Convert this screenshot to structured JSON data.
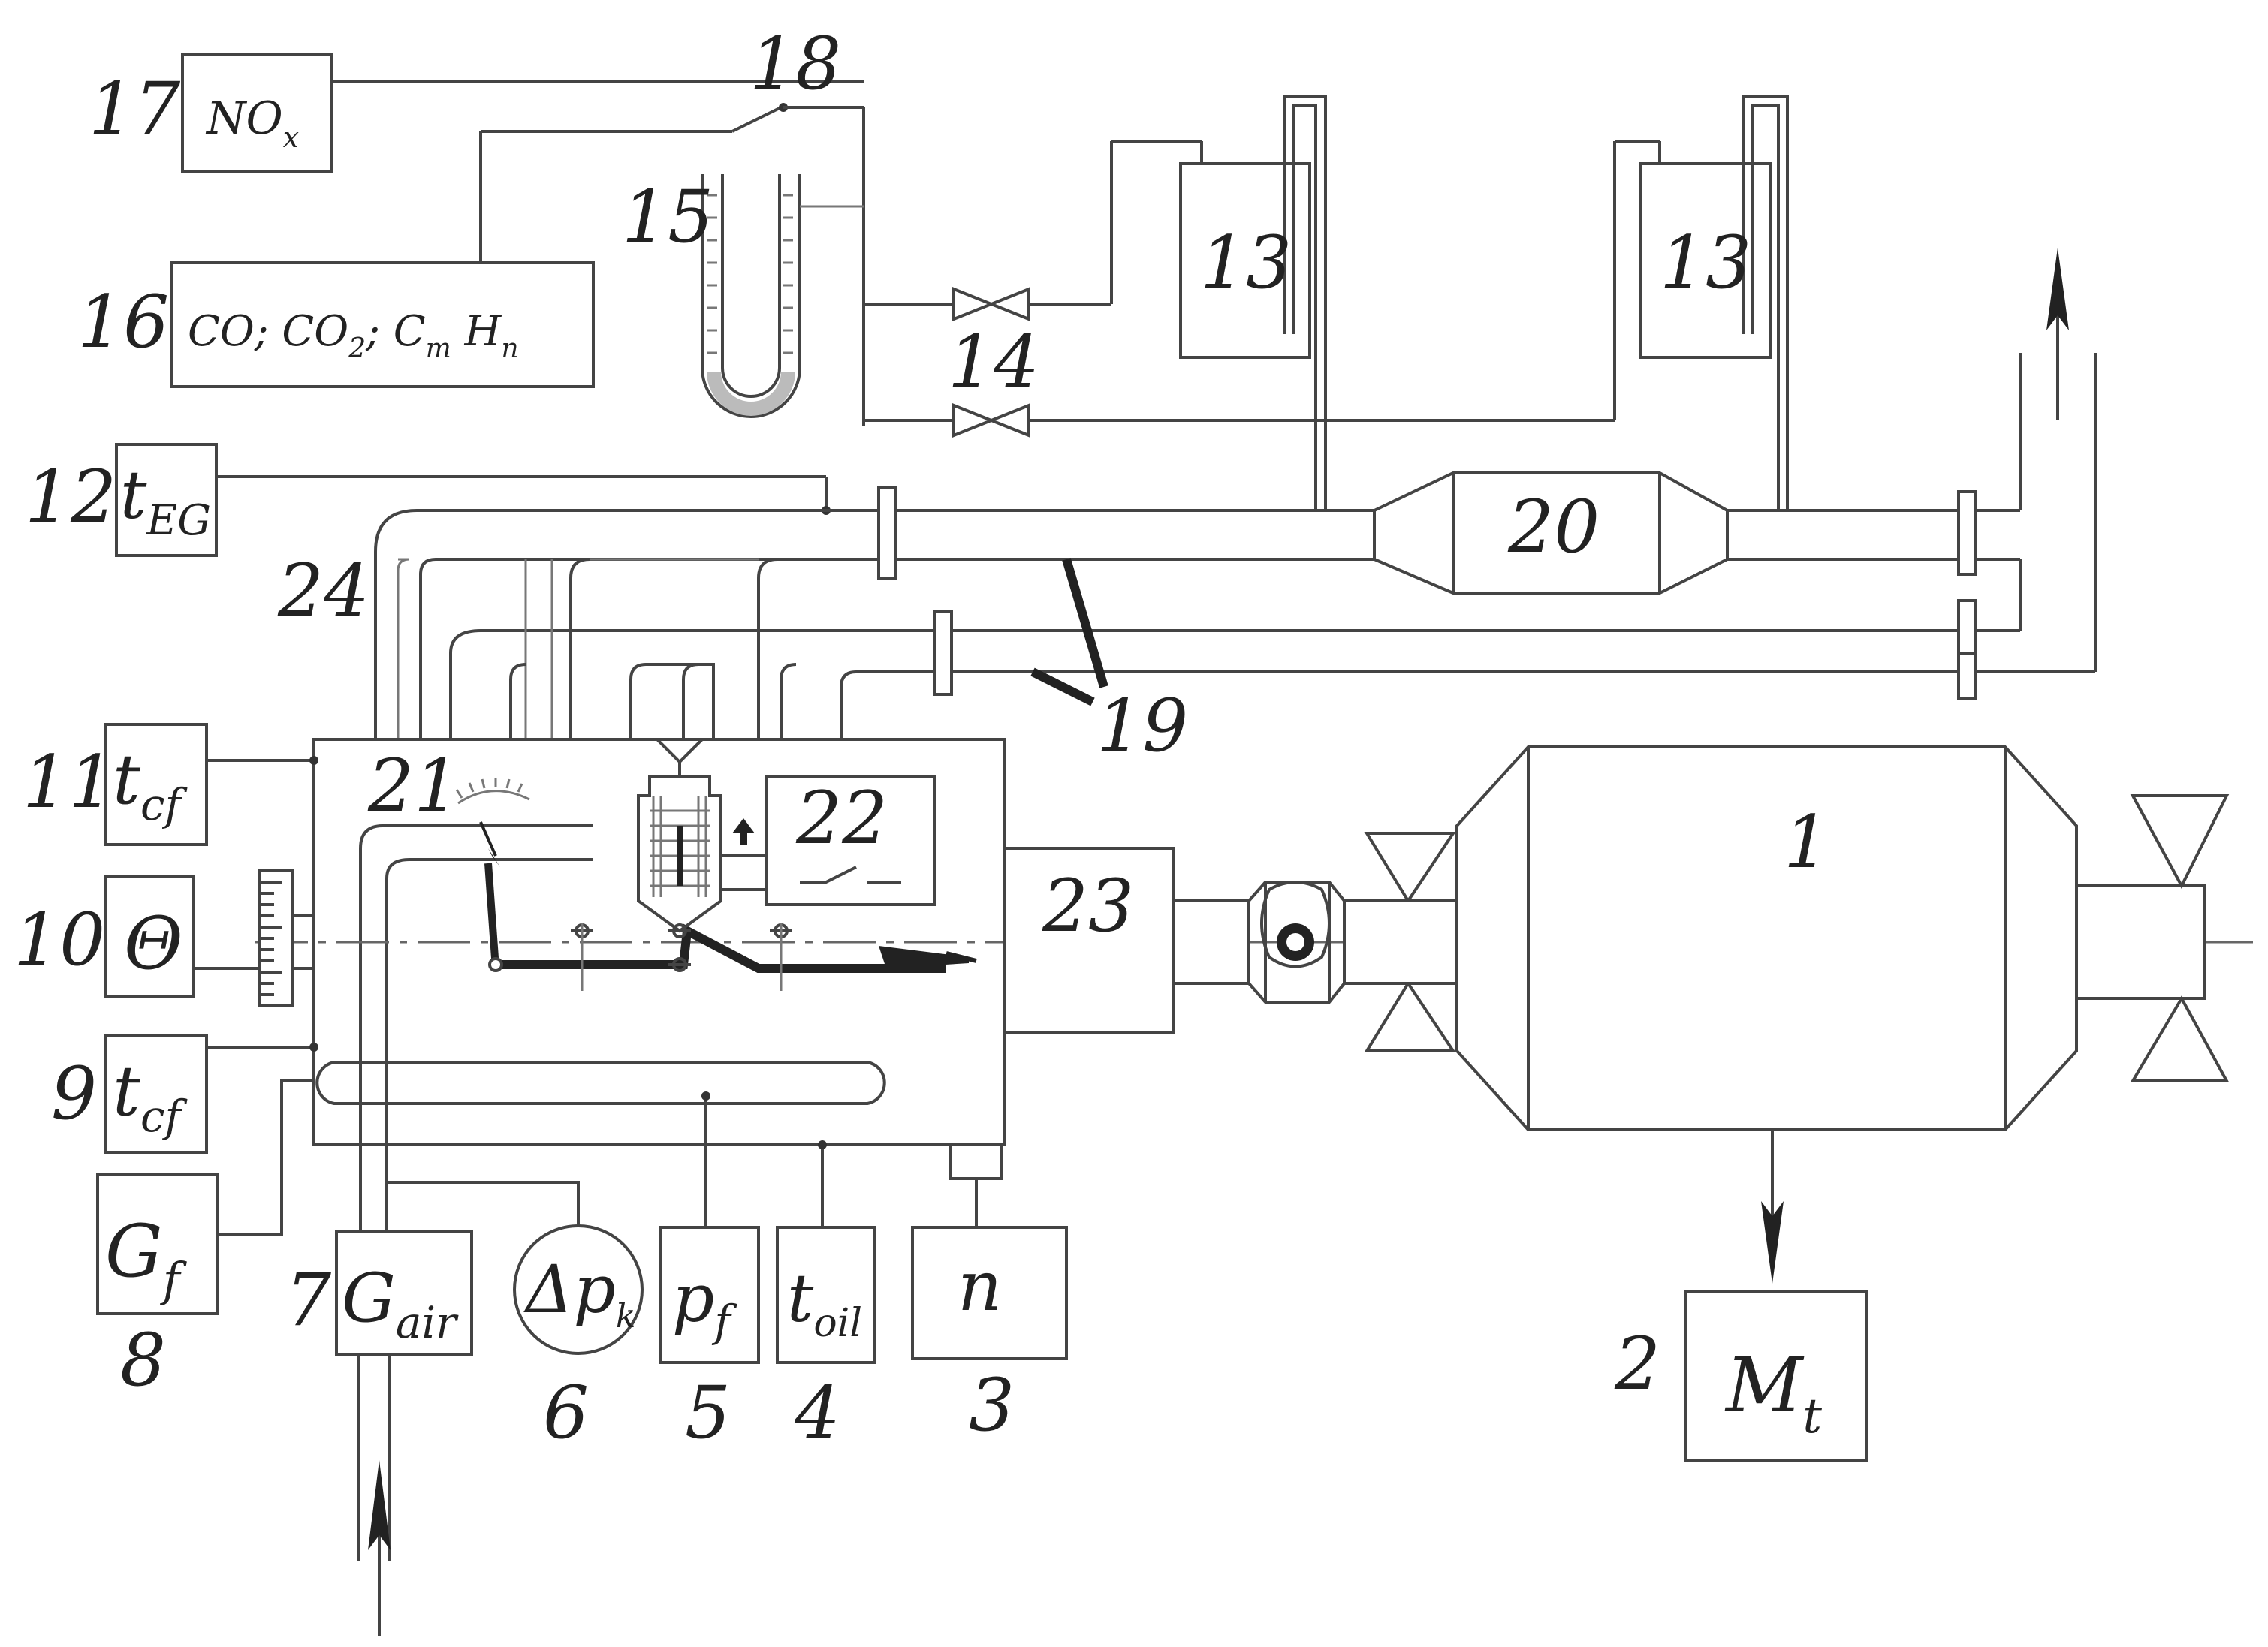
{
  "components": {
    "c1": {
      "number": "1"
    },
    "c2": {
      "number": "2",
      "symbol": "M",
      "sub": "t"
    },
    "c3": {
      "number": "3",
      "symbol": "n"
    },
    "c4": {
      "number": "4",
      "symbol": "t",
      "sub": "oil"
    },
    "c5": {
      "number": "5",
      "symbol": "p",
      "sub": "f"
    },
    "c6": {
      "number": "6",
      "symbol": "Δp",
      "sub": "k"
    },
    "c7": {
      "number": "7",
      "symbol": "G",
      "sub": "air"
    },
    "c8": {
      "number": "8",
      "symbol": "G",
      "sub": "f"
    },
    "c9": {
      "number": "9",
      "symbol": "t",
      "sub": "cf"
    },
    "c10": {
      "number": "10",
      "symbol": "Θ"
    },
    "c11": {
      "number": "11",
      "symbol": "t",
      "sub": "cf"
    },
    "c12": {
      "number": "12",
      "symbol": "t",
      "sub": "EG"
    },
    "c13a": {
      "number": "13"
    },
    "c13b": {
      "number": "13"
    },
    "c14": {
      "number": "14"
    },
    "c15": {
      "number": "15"
    },
    "c16": {
      "number": "16",
      "t1": "CO; CO",
      "s1": "2",
      "t2": "; C",
      "s2": "m",
      "t3": " H",
      "s3": "n"
    },
    "c17": {
      "number": "17",
      "symbol": "NO",
      "sub": "x"
    },
    "c18": {
      "number": "18"
    },
    "c19": {
      "number": "19"
    },
    "c20": {
      "number": "20"
    },
    "c21": {
      "number": "21"
    },
    "c22": {
      "number": "22"
    },
    "c23": {
      "number": "23"
    },
    "c24": {
      "number": "24"
    }
  }
}
